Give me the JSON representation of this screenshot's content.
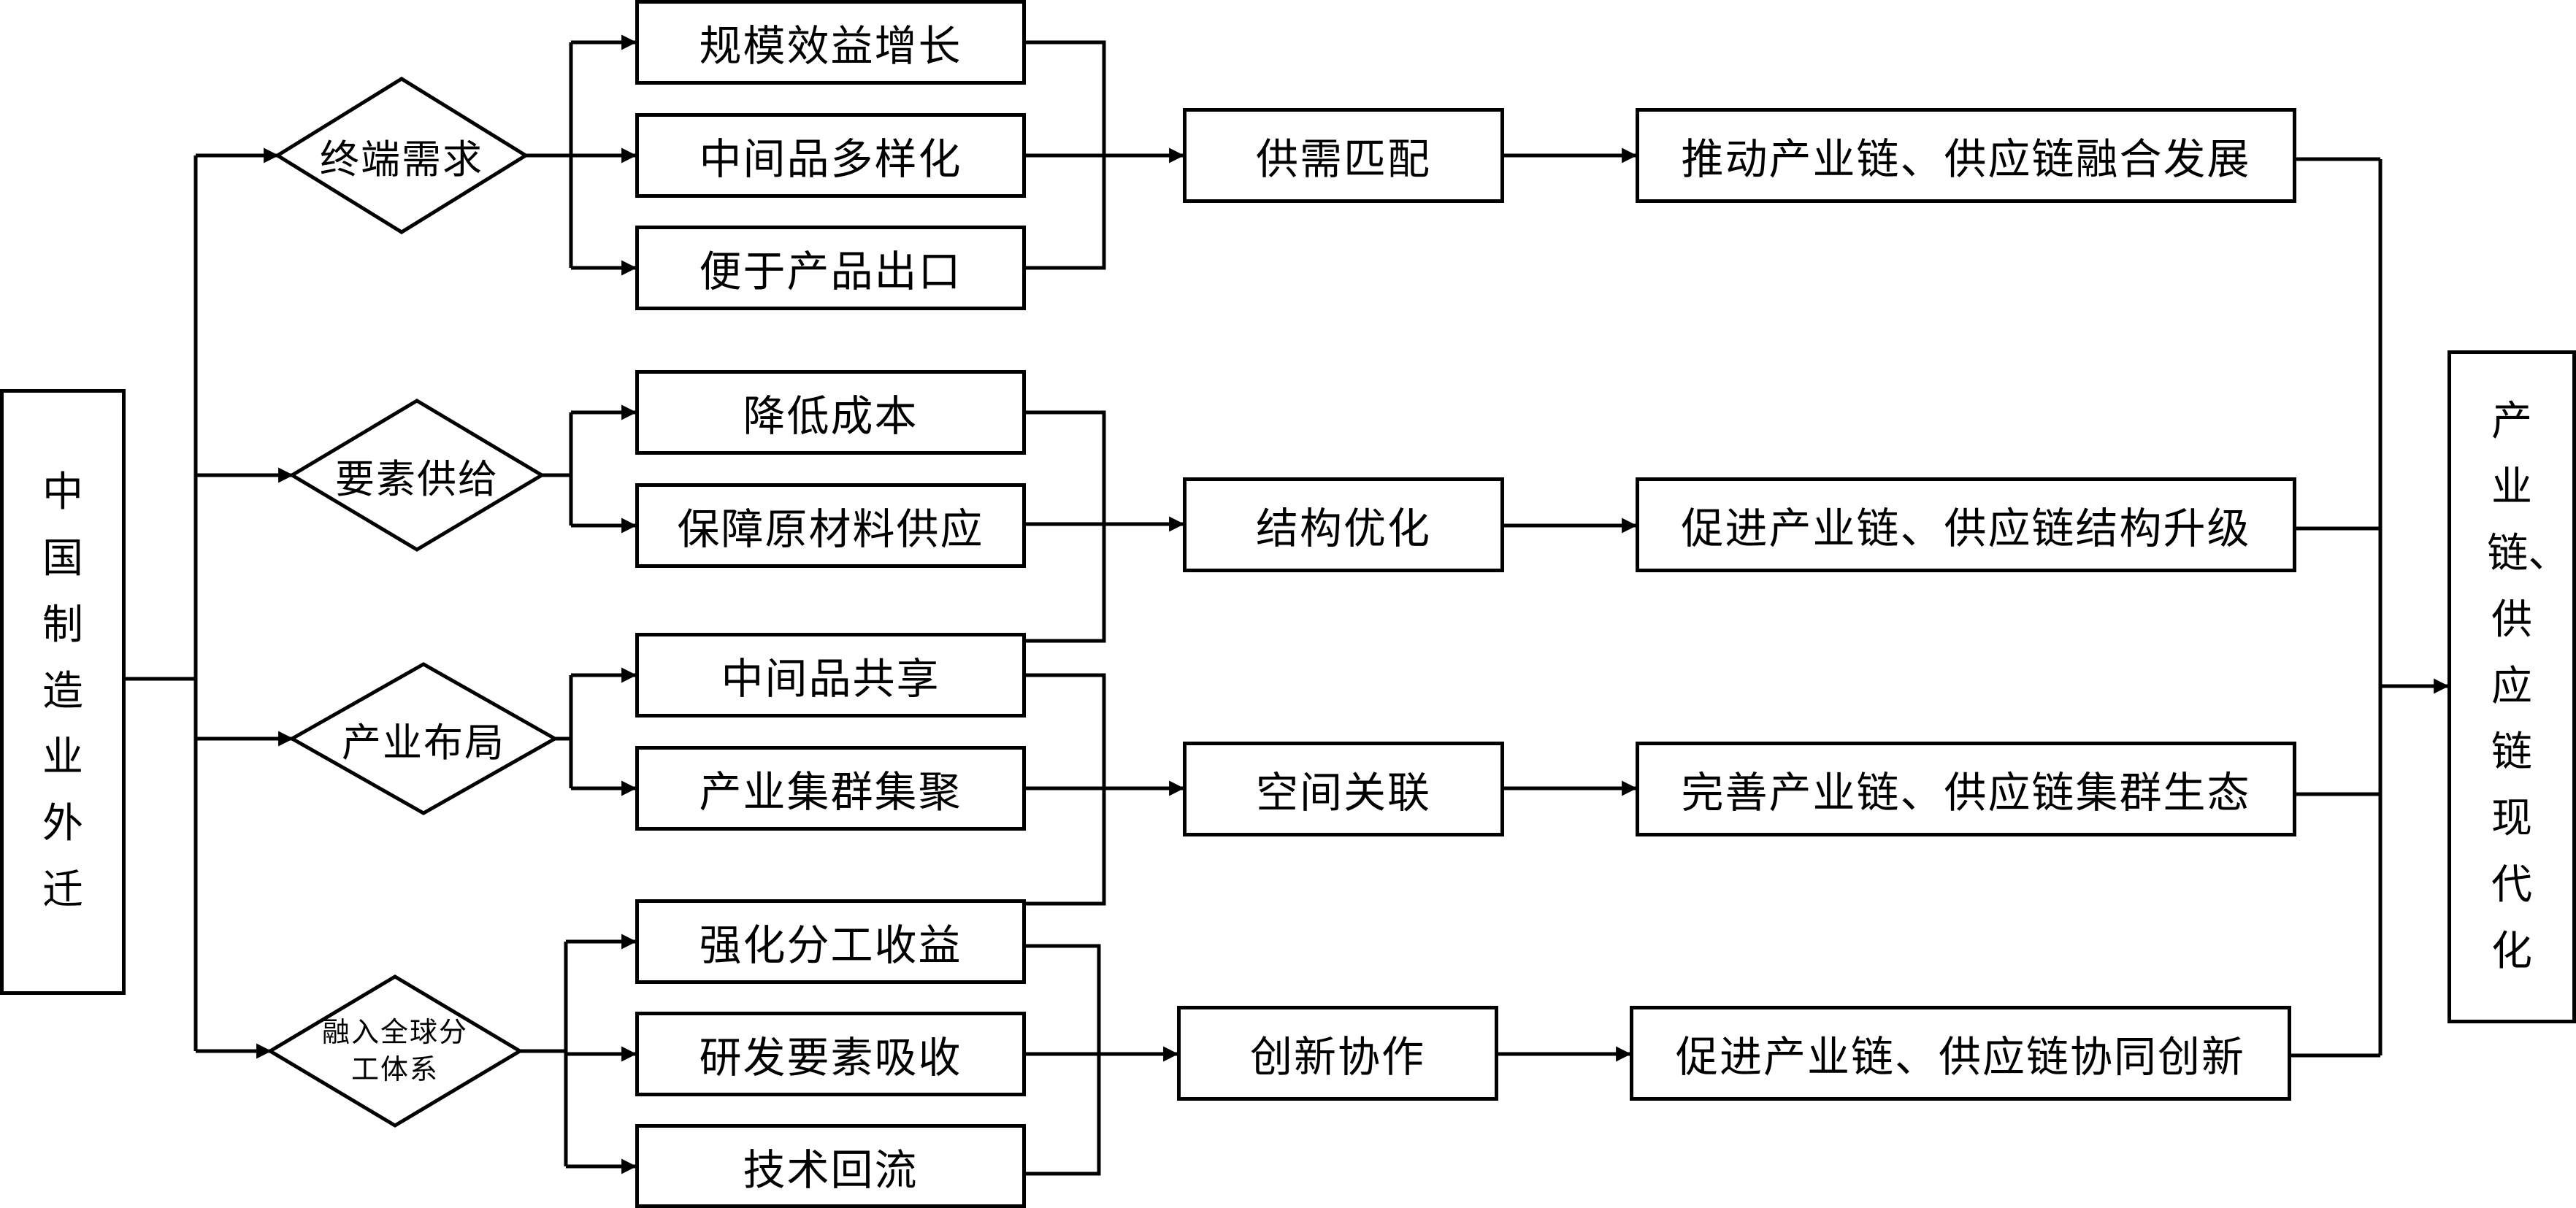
{
  "source": "中国制造业外迁",
  "target": "产业链、供应链现代化",
  "drivers": [
    {
      "label": "终端需求",
      "factors": [
        "规模效益增长",
        "中间品多样化",
        "便于产品出口"
      ]
    },
    {
      "label": "要素供给",
      "factors": [
        "降低成本",
        "保障原材料供应"
      ]
    },
    {
      "label": "产业布局",
      "factors": [
        "中间品共享",
        "产业集群集聚"
      ]
    },
    {
      "label": "融入全球分工体系",
      "factors": [
        "强化分工收益",
        "研发要素吸收",
        "技术回流"
      ]
    }
  ],
  "mechanisms": [
    "供需匹配",
    "结构优化",
    "空间关联",
    "创新协作"
  ],
  "outcomes": [
    "推动产业链、供应链融合发展",
    "促进产业链、供应链结构升级",
    "完善产业链、供应链集群生态",
    "促进产业链、供应链协同创新"
  ]
}
